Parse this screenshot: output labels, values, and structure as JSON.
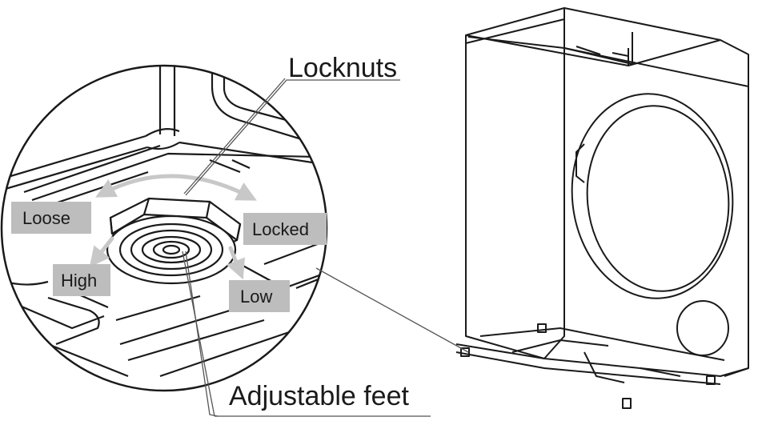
{
  "labels": {
    "locknuts": "Locknuts",
    "adjustable_feet": "Adjustable feet",
    "loose": "Loose",
    "locked": "Locked",
    "high": "High",
    "low": "Low"
  },
  "colors": {
    "line": "#1a1a1a",
    "tag_background": "#bdbdbd",
    "arrow": "#c8c8c8"
  }
}
